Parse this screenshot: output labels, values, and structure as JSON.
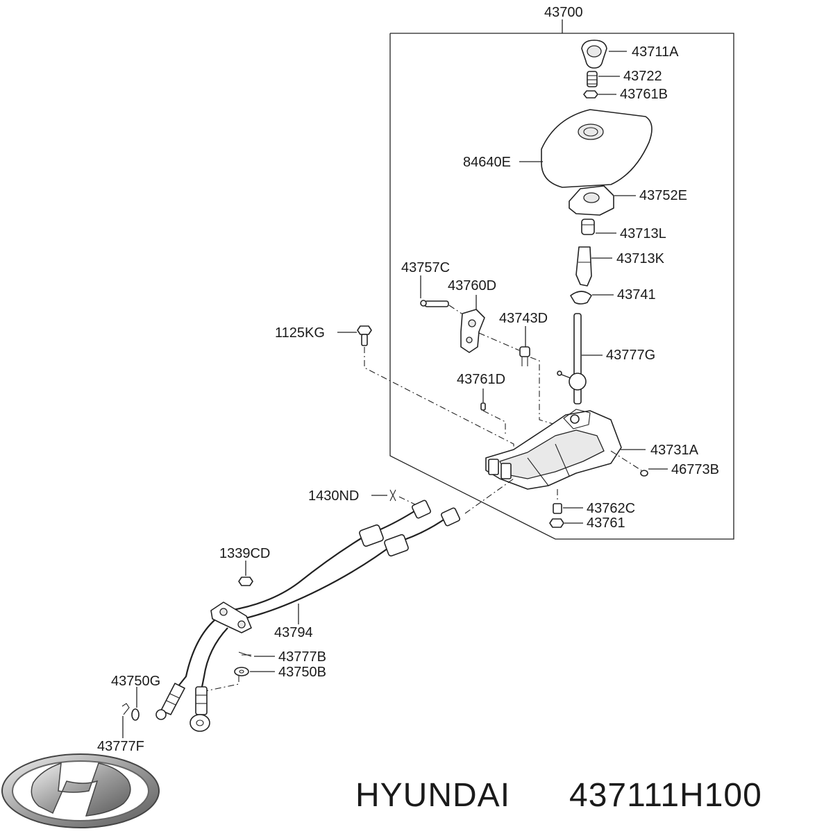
{
  "diagram": {
    "assembly_label": "43700",
    "part_labels": {
      "p43711A": "43711A",
      "p43722": "43722",
      "p43761B": "43761B",
      "p84640E": "84640E",
      "p43752E": "43752E",
      "p43713L": "43713L",
      "p43713K": "43713K",
      "p43741": "43741",
      "p43757C": "43757C",
      "p43760D": "43760D",
      "p43743D": "43743D",
      "p1125KG": "1125KG",
      "p43777G": "43777G",
      "p43761D": "43761D",
      "p43731A": "43731A",
      "p46773B": "46773B",
      "p1430ND": "1430ND",
      "p43762C": "43762C",
      "p43761": "43761",
      "p1339CD": "1339CD",
      "p43794": "43794",
      "p43777B": "43777B",
      "p43750B": "43750B",
      "p43750G": "43750G",
      "p43777F": "43777F"
    }
  },
  "footer": {
    "logo_icon": "hyundai-logo-icon",
    "brand": "HYUNDAI",
    "part_number": "437111H100"
  }
}
